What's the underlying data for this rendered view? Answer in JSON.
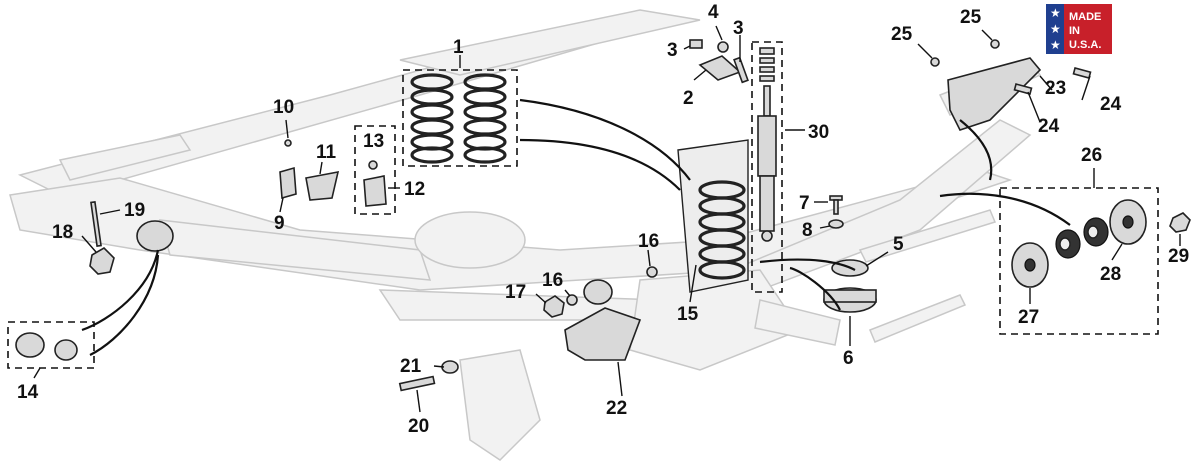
{
  "diagram": {
    "badge": {
      "lines": [
        "MADE",
        "IN",
        "U.S.A."
      ],
      "flag_blue": "#1f3f8f",
      "flag_red": "#c8202a"
    },
    "callouts": {
      "c1": "1",
      "c2": "2",
      "c3a": "3",
      "c3b": "3",
      "c4": "4",
      "c5": "5",
      "c6": "6",
      "c7": "7",
      "c8": "8",
      "c9": "9",
      "c10": "10",
      "c11": "11",
      "c12": "12",
      "c13": "13",
      "c14": "14",
      "c15": "15",
      "c16a": "16",
      "c16b": "16",
      "c17": "17",
      "c18": "18",
      "c19": "19",
      "c20": "20",
      "c21": "21",
      "c22": "22",
      "c23": "23",
      "c24a": "24",
      "c24b": "24",
      "c25a": "25",
      "c25b": "25",
      "c26": "26",
      "c27": "27",
      "c28": "28",
      "c29": "29",
      "c30": "30"
    }
  }
}
